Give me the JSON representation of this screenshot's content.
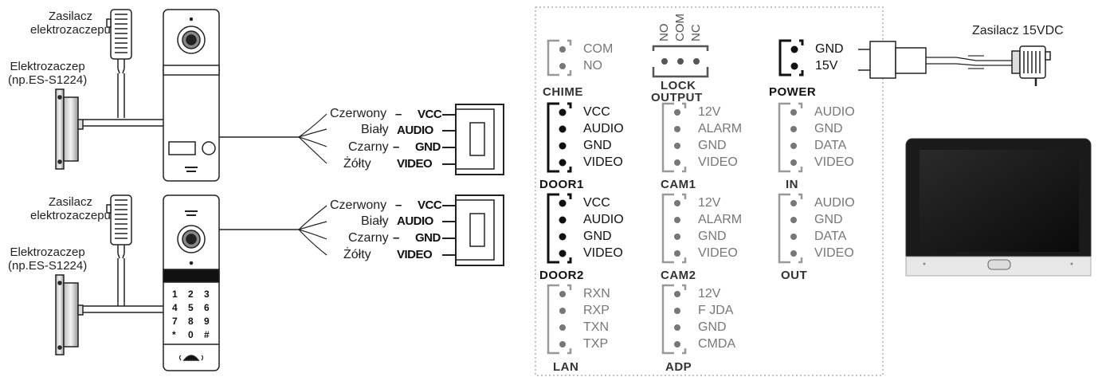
{
  "left": {
    "top": {
      "supply_label": "Zasilacz\nelektrozaczepu",
      "strike_label": "Elektrozaczep\n(np.ES-S1224)",
      "wires": [
        "Czerwony",
        "Biały",
        "Czarny",
        "Żółty"
      ],
      "signals": [
        "VCC",
        "AUDIO",
        "GND",
        "VIDEO"
      ]
    },
    "bottom": {
      "supply_label": "Zasilacz\nelektrozaczepu",
      "strike_label": "Elektrozaczep\n(np.ES-S1224)",
      "wires": [
        "Czerwony",
        "Biały",
        "Czarny",
        "Żółty"
      ],
      "signals": [
        "VCC",
        "AUDIO",
        "GND",
        "VIDEO"
      ],
      "keypad": [
        "1",
        "2",
        "3",
        "4",
        "5",
        "6",
        "7",
        "8",
        "9",
        "*",
        "0",
        "#"
      ]
    }
  },
  "terminals": {
    "chime": {
      "title": "CHIME",
      "pins": [
        "COM",
        "NO"
      ]
    },
    "lock": {
      "title_line1": "LOCK",
      "title_line2": "OUTPUT",
      "pins": [
        "NO",
        "COM",
        "NC"
      ]
    },
    "power": {
      "title": "POWER",
      "pins": [
        "GND",
        "15V"
      ]
    },
    "door1": {
      "title": "DOOR1",
      "pins": [
        "VCC",
        "AUDIO",
        "GND",
        "VIDEO"
      ]
    },
    "cam1": {
      "title": "CAM1",
      "pins": [
        "12V",
        "ALARM",
        "GND",
        "VIDEO"
      ]
    },
    "in": {
      "title": "IN",
      "pins": [
        "AUDIO",
        "GND",
        "DATA",
        "VIDEO"
      ]
    },
    "door2": {
      "title": "DOOR2",
      "pins": [
        "VCC",
        "AUDIO",
        "GND",
        "VIDEO"
      ]
    },
    "cam2": {
      "title": "CAM2",
      "pins": [
        "12V",
        "ALARM",
        "GND",
        "VIDEO"
      ]
    },
    "out": {
      "title": "OUT",
      "pins": [
        "AUDIO",
        "GND",
        "DATA",
        "VIDEO"
      ]
    },
    "lan": {
      "title": "LAN",
      "pins": [
        "RXN",
        "RXP",
        "TXN",
        "TXP"
      ]
    },
    "adp": {
      "title": "ADP",
      "pins": [
        "12V",
        "F JDA",
        "GND",
        "CMDA"
      ]
    }
  },
  "power_supply_label": "Zasilacz 15VDC"
}
